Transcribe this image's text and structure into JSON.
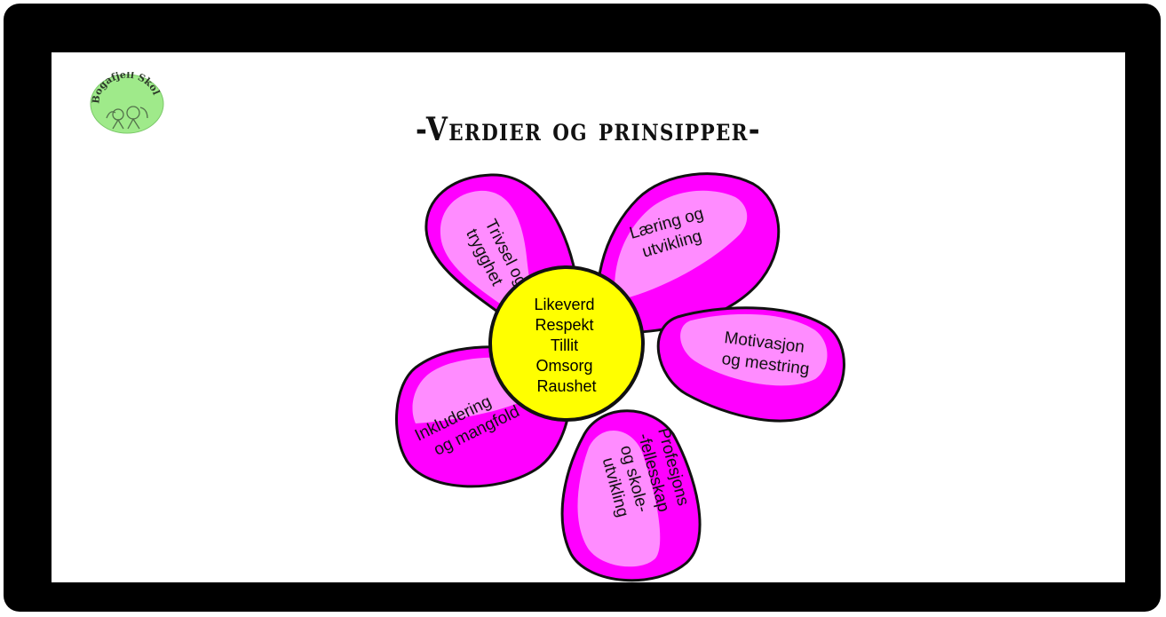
{
  "logo": {
    "text": "Bogafjell Skole"
  },
  "title": "-Verdier og prinsipper-",
  "center": {
    "values": [
      "Likeverd",
      "Respekt",
      "Tillit",
      "Omsorg",
      "Raushet"
    ]
  },
  "petals": {
    "trivsel": [
      "Trivsel og",
      "trygghet"
    ],
    "laering": [
      "Læring og",
      "utvikling"
    ],
    "motivasjon": [
      "Motivasjon",
      "og mestring"
    ],
    "profesjon": [
      "Profesjons",
      "-fellesskap",
      "og skole-",
      "utvikling"
    ],
    "inkludering": [
      "Inkludering",
      "og mangfold"
    ]
  },
  "colors": {
    "petal": "#ff00ff",
    "petal_light": "#ff8cff",
    "center": "#ffff00",
    "outline": "#111111",
    "logo": "#9fea8a",
    "frame": "#000000"
  }
}
